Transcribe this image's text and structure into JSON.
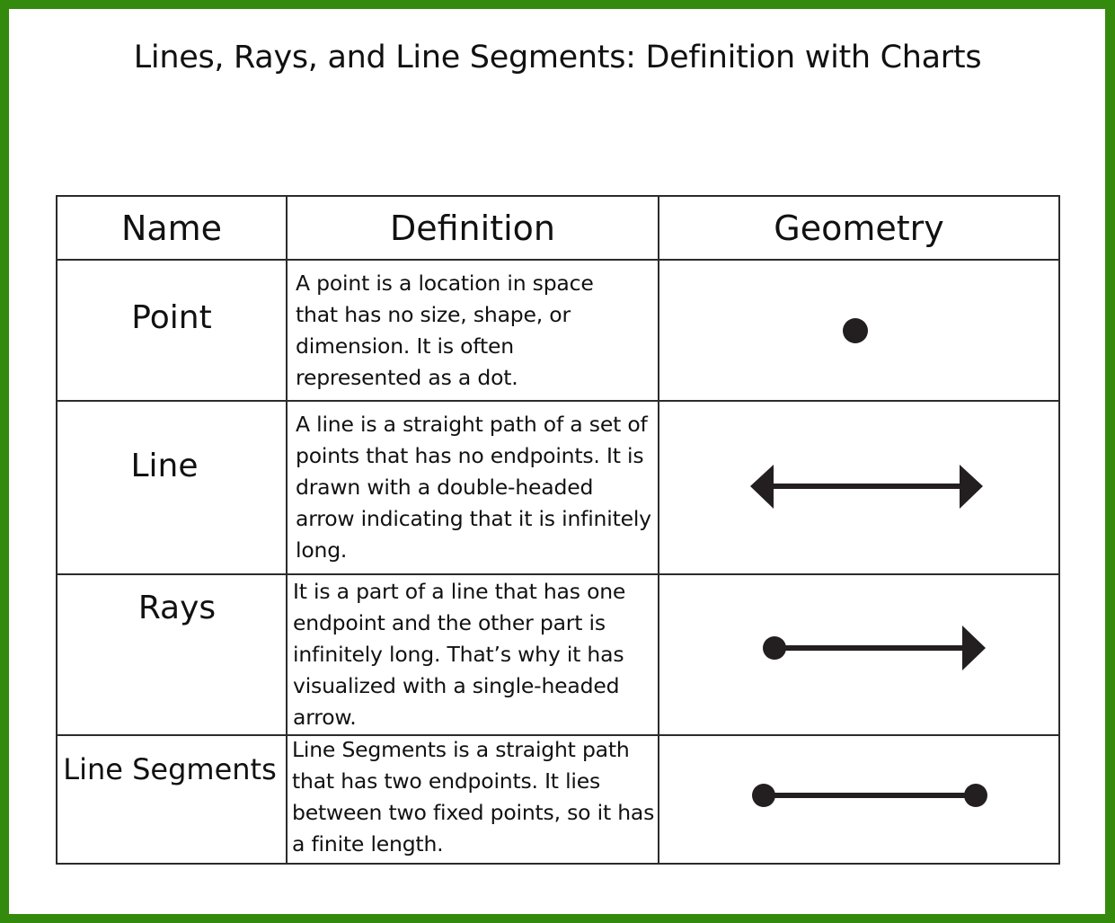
{
  "title": "Lines, Rays, and Line Segments: Definition with Charts",
  "colors": {
    "frame": "#348a0d",
    "border": "#2b2b2b",
    "shape": "#231f20"
  },
  "table": {
    "headers": [
      "Name",
      "Definition",
      "Geometry"
    ],
    "rows": [
      {
        "name": "Point",
        "definition": "A point is a location in space that has no size, shape, or dimension. It is often represented as a dot.",
        "geometry": "dot-icon"
      },
      {
        "name": "Line",
        "definition": "A line is a straight path of a set of points that has no endpoints. It is drawn with a double-headed arrow indicating that it is infinitely long.",
        "geometry": "double-headed-arrow-icon"
      },
      {
        "name": "Rays",
        "definition": "It is a part of a line that has one endpoint and the other part is infinitely long. That’s why it has visualized with a single-headed arrow.",
        "geometry": "ray-arrow-icon"
      },
      {
        "name": "Line Segments",
        "definition": "Line Segments is a straight path that has two endpoints. It lies between two fixed points, so it has a finite length.",
        "geometry": "line-segment-icon"
      }
    ]
  }
}
